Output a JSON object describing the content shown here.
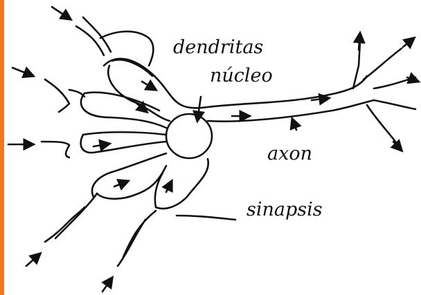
{
  "labels": {
    "dendritas": "dendritas",
    "nucleo": "núcleo",
    "axon": "axon",
    "sinapsis": "sinapsis"
  },
  "colors": {
    "accent_bar": "#f07820",
    "ink": "#111111",
    "background": "#ffffff"
  }
}
